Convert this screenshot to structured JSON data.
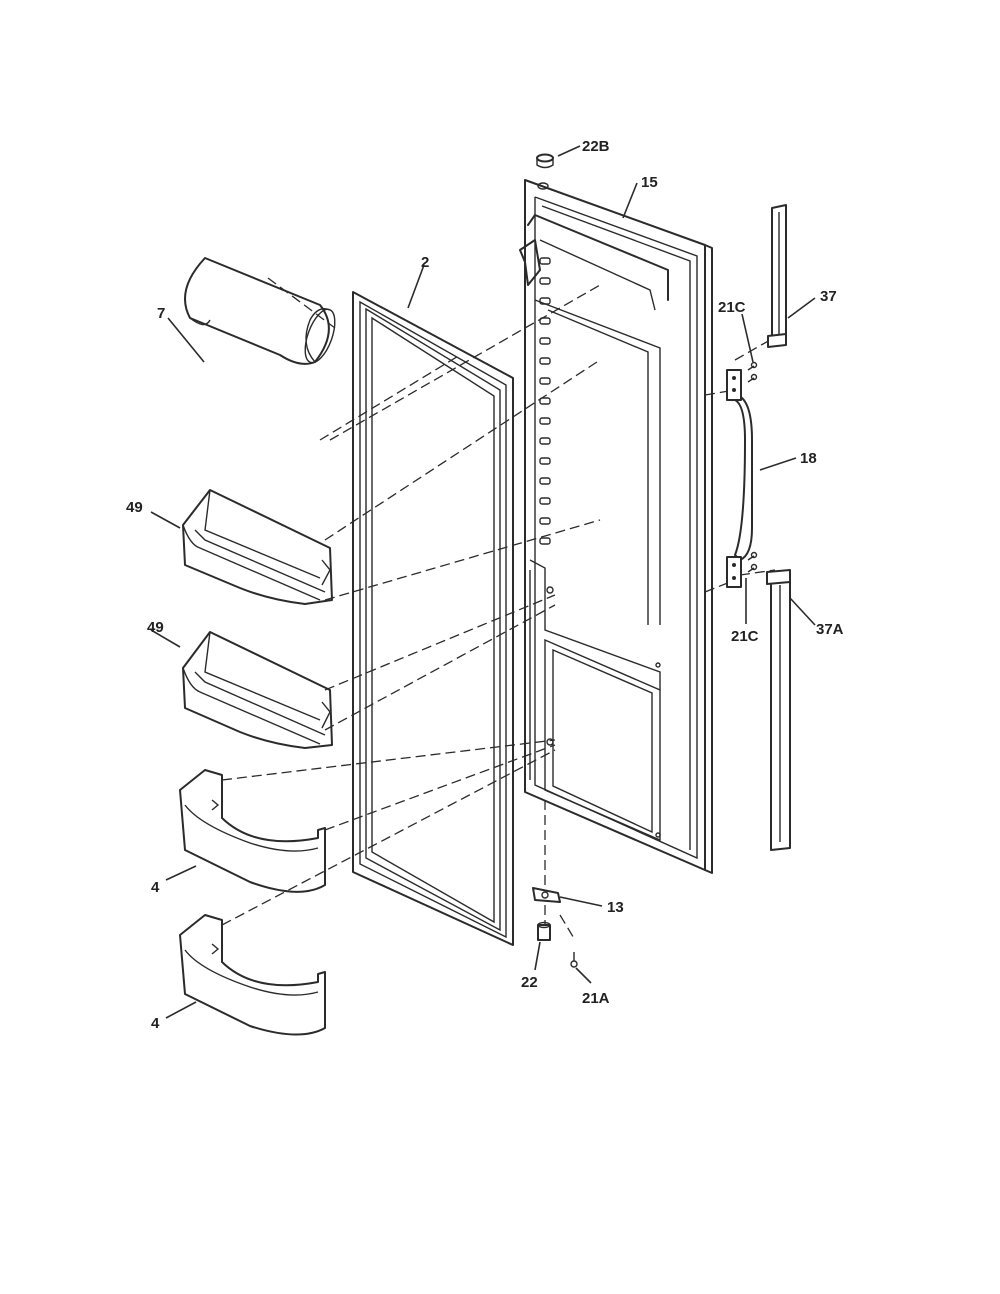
{
  "labels": {
    "p22b": "22B",
    "p15": "15",
    "p2": "2",
    "p7": "7",
    "p37": "37",
    "p21c_top": "21C",
    "p18": "18",
    "p49_top": "49",
    "p49_bottom": "49",
    "p21c_bottom": "21C",
    "p37a": "37A",
    "p4_top": "4",
    "p13": "13",
    "p22": "22",
    "p21a": "21A",
    "p4_bottom": "4"
  }
}
